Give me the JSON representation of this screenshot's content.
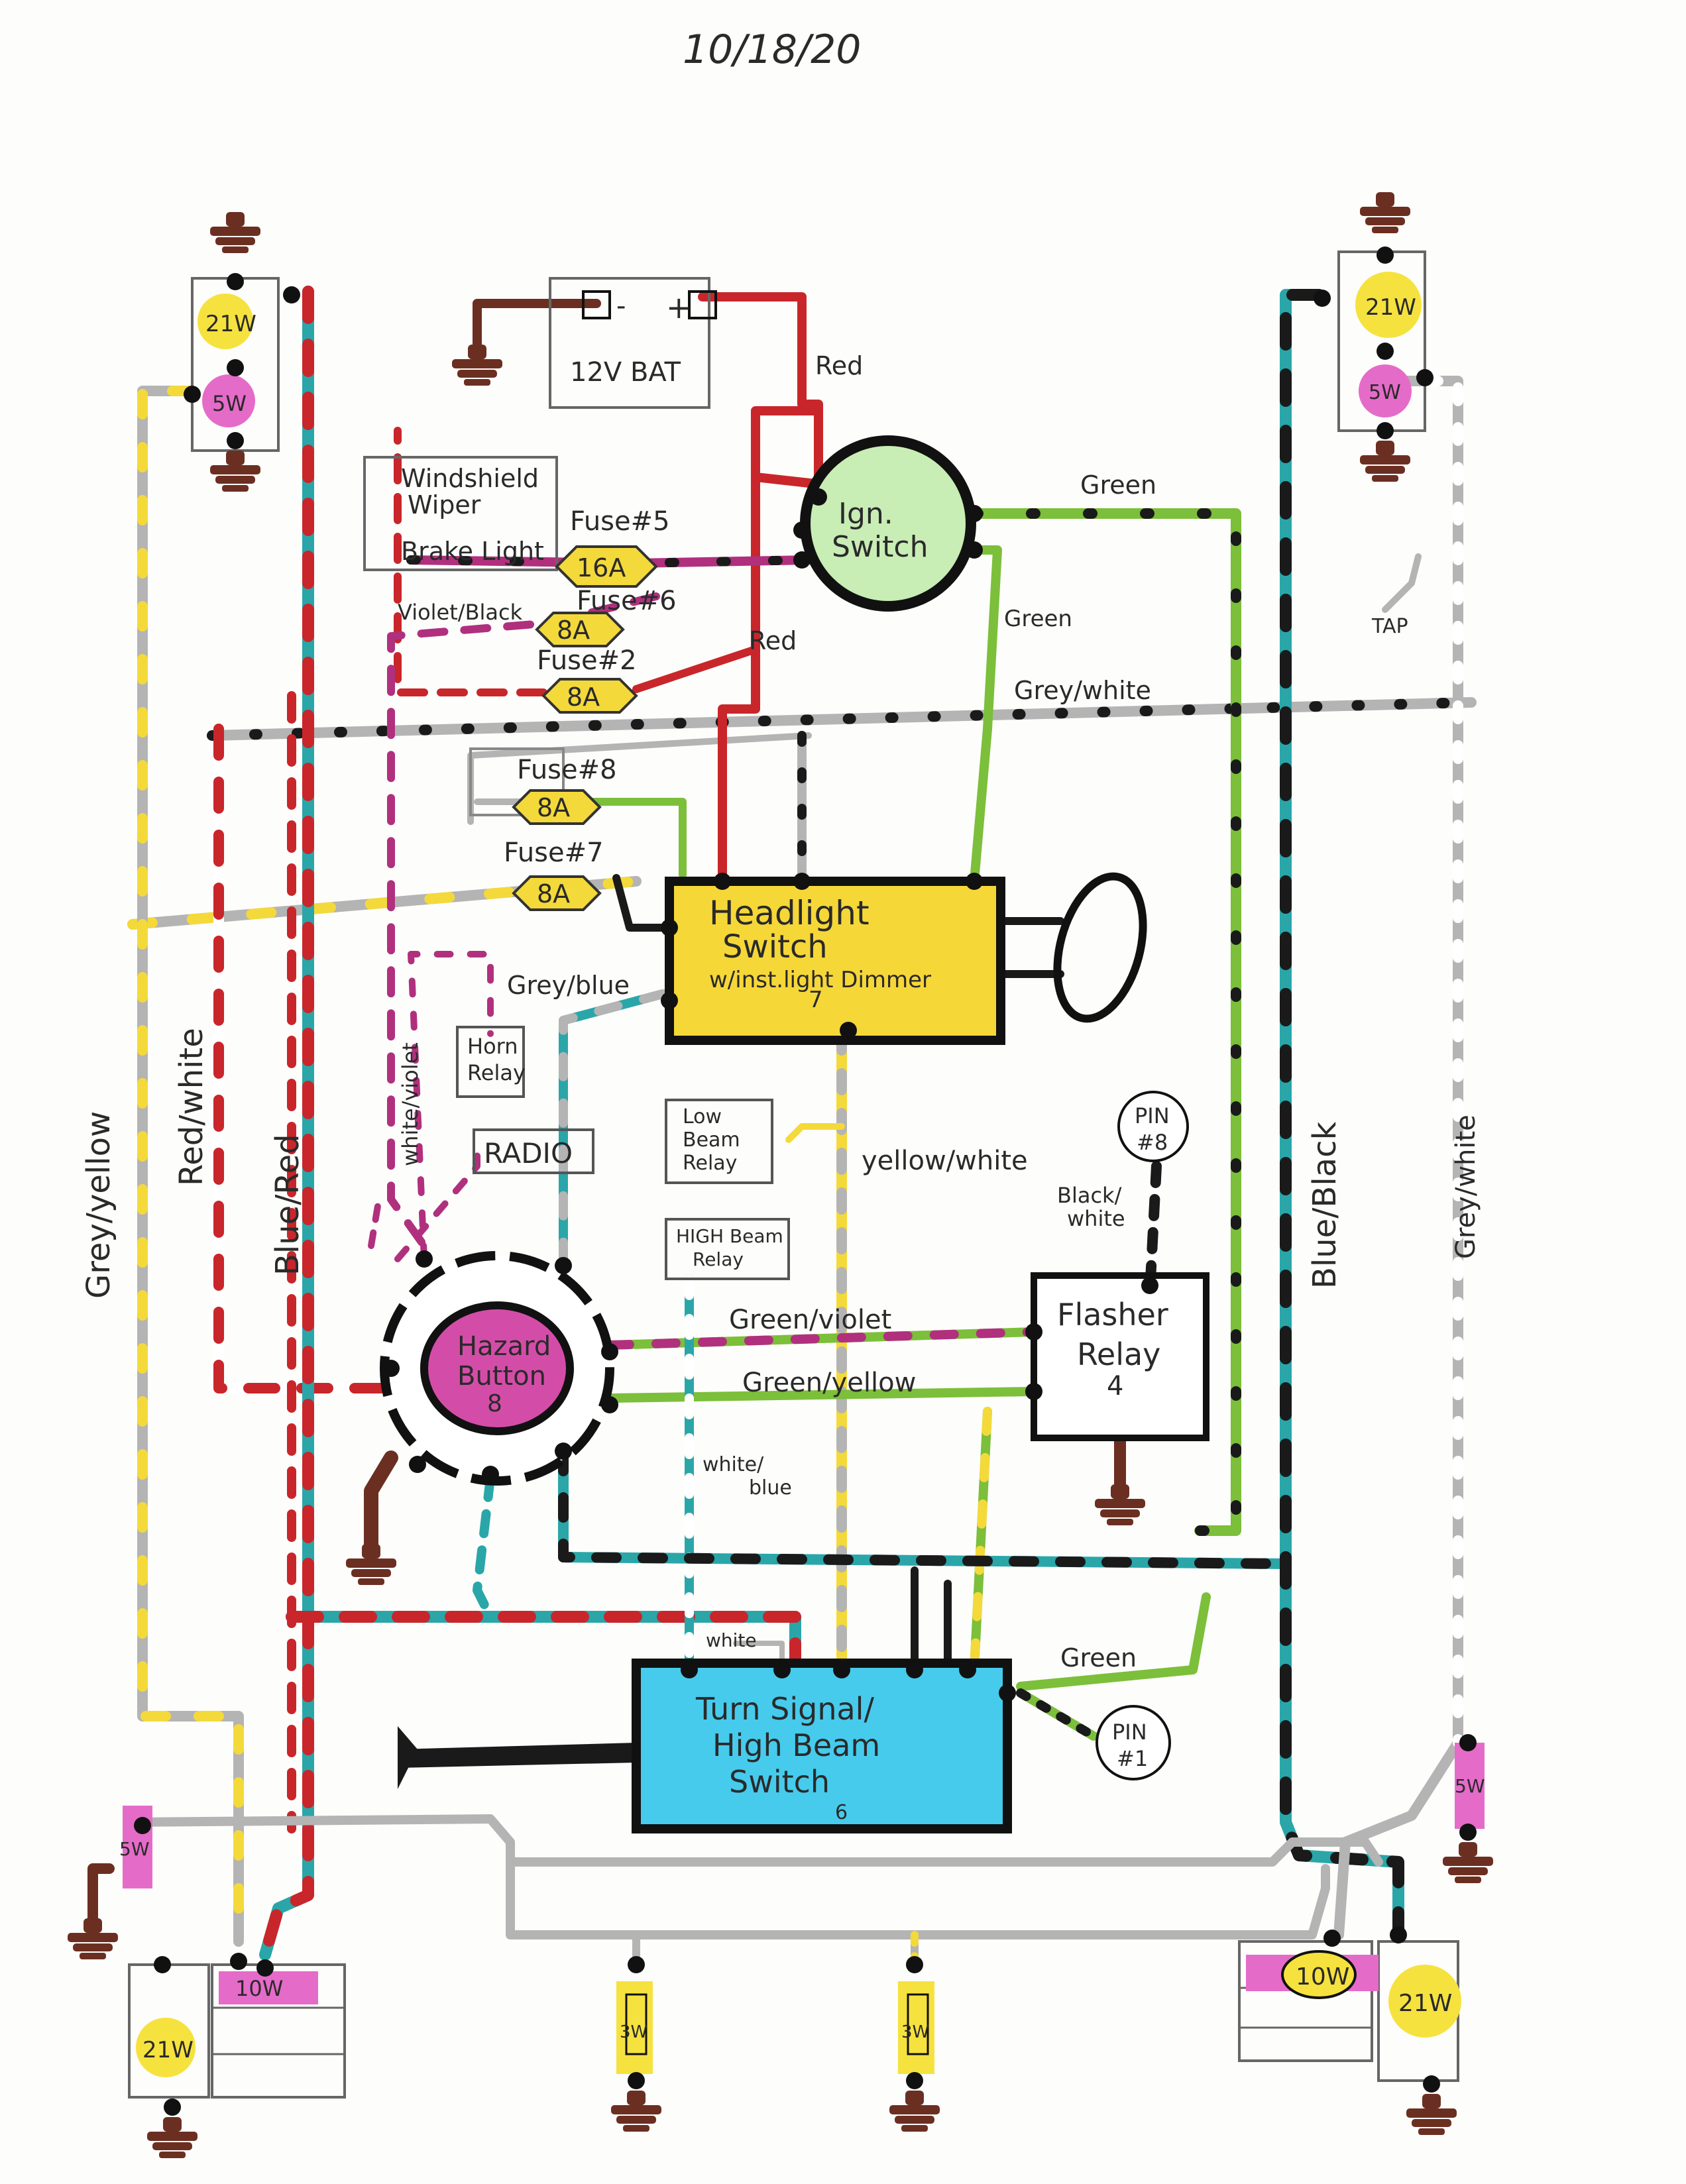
{
  "date": "10/18/20",
  "battery": {
    "label": "12V BAT",
    "neg": "-",
    "pos": "+"
  },
  "ignition": {
    "label_line1": "Ign.",
    "label_line2": "Switch"
  },
  "headlight_switch": {
    "line1": "Headlight",
    "line2": "Switch",
    "line3": "w/inst.light Dimmer",
    "num": "7"
  },
  "hazard": {
    "line1": "Hazard",
    "line2": "Button",
    "num": "8"
  },
  "flasher": {
    "line1": "Flasher",
    "line2": "Relay",
    "num": "4"
  },
  "turn_switch": {
    "line1": "Turn Signal/",
    "line2": "High Beam",
    "line3": "Switch",
    "num": "6"
  },
  "boxes": {
    "wiper_line1": "Windshield",
    "wiper_line2": "Wiper",
    "brake_light": "Brake Light",
    "horn_line1": "Horn",
    "horn_line2": "Relay",
    "radio": "RADIO",
    "low_line1": "Low",
    "low_line2": "Beam",
    "low_line3": "Relay",
    "high_line1": "HIGH Beam",
    "high_line2": "Relay",
    "pin8_line1": "PIN",
    "pin8_line2": "#8",
    "pin1_line1": "PIN",
    "pin1_line2": "#1"
  },
  "fuses": {
    "f5_name": "Fuse#5",
    "f5_val": "16A",
    "f6_name": "Fuse#6",
    "f6_val": "8A",
    "f2_name": "Fuse#2",
    "f2_val": "8A",
    "f8_name": "Fuse#8",
    "f8_val": "8A",
    "f7_name": "Fuse#7",
    "f7_val": "8A"
  },
  "wire_labels": {
    "red_top": "Red",
    "red_mid": "Red",
    "green_top": "Green",
    "green_mid": "Green",
    "green_bottom": "Green",
    "grey_white_top": "Grey/white",
    "violet_black": "Violet/Black",
    "grey_blue": "Grey/blue",
    "white_violet": "white/violet",
    "yellow_white": "yellow/white",
    "black_white_1": "Black/",
    "black_white_2": "white",
    "green_violet": "Green/violet",
    "green_yellow": "Green/yellow",
    "white_blue_1": "white/",
    "white_blue_2": "blue",
    "white_small": "white",
    "grey_yellow": "Grey/yellow",
    "red_white": "Red/white",
    "blue_red": "Blue/Red",
    "blue_black": "Blue/Black",
    "grey_white_right": "Grey/white",
    "tap": "TAP"
  },
  "bulbs": {
    "front_left_top": "21W",
    "front_left_bottom": "5W",
    "front_right_top": "21W",
    "front_right_bottom": "5W",
    "rear_left_side": "5W",
    "rear_left_main": "21W",
    "rear_left_box": "10W",
    "plate_left": "3W",
    "plate_right": "3W",
    "rear_right_side": "5W",
    "rear_right_box": "10W",
    "rear_right_main": "21W"
  },
  "colors": {
    "red": "#c8262b",
    "green": "#7cbf3a",
    "yellow": "#f4d93a",
    "teal": "#2aa6a9",
    "grey": "#b4b4b4",
    "violet": "#b0307e",
    "black": "#1a1a1a",
    "brown": "#6b2f22",
    "switch_yellow": "#f6d738",
    "switch_blue": "#46cbec",
    "ign_green": "#c8edb5",
    "hazard_pink": "#d34da8",
    "bulb_yellow": "#f6e23e",
    "bulb_pink": "#e56bc9"
  }
}
